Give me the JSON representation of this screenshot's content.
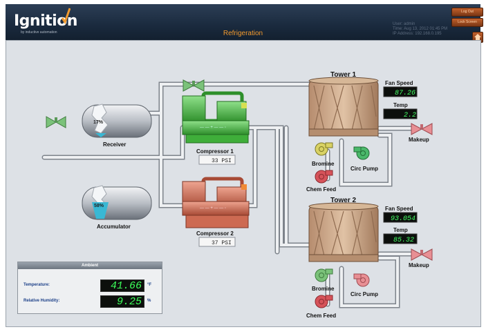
{
  "header": {
    "logo_text": "Ignition",
    "logo_tagline": "by inductive automation",
    "page_title": "Refrigeration",
    "user_line": "User: admin",
    "time_line": "Time: Aug 13, 2012 01:45 PM",
    "ip_line": "IP Address: 192.168.0.195",
    "logout_label": "Log Out",
    "lock_label": "Lock Screen"
  },
  "receiver": {
    "label": "Receiver",
    "level": "17%",
    "level_fraction": 0.17
  },
  "accumulator": {
    "label": "Accumulator",
    "level": "58%",
    "level_fraction": 0.58
  },
  "compressor1": {
    "label": "Compressor 1",
    "pressure": "33 PSI",
    "color": "#3fae3a"
  },
  "compressor2": {
    "label": "Compressor 2",
    "pressure": "37 PSI",
    "color": "#cd6a52"
  },
  "tower1": {
    "label": "Tower 1",
    "fan_speed_label": "Fan Speed",
    "fan_speed": "87.26",
    "temp_label": "Temp",
    "temp": "2.2",
    "makeup_label": "Makeup",
    "bromine_label": "Bromine",
    "circ_pump_label": "Circ Pump",
    "chem_feed_label": "Chem Feed"
  },
  "tower2": {
    "label": "Tower 2",
    "fan_speed_label": "Fan Speed",
    "fan_speed": "93.054",
    "temp_label": "Temp",
    "temp": "85.32",
    "makeup_label": "Makeup",
    "bromine_label": "Bromine",
    "circ_pump_label": "Circ Pump",
    "chem_feed_label": "Chem Feed"
  },
  "ambient": {
    "title": "Ambient",
    "temperature_label": "Temperature:",
    "temperature": "41.66",
    "temperature_unit": "°F",
    "humidity_label": "Relative Humidity:",
    "humidity": "9.25",
    "humidity_unit": "%"
  },
  "colors": {
    "valve_green": "#7bc27a",
    "valve_red": "#e88f94",
    "pump_yellow": "#d9d264",
    "pump_green": "#4bb86b",
    "pump_red": "#d6535a",
    "accent_orange": "#f29a2e"
  }
}
